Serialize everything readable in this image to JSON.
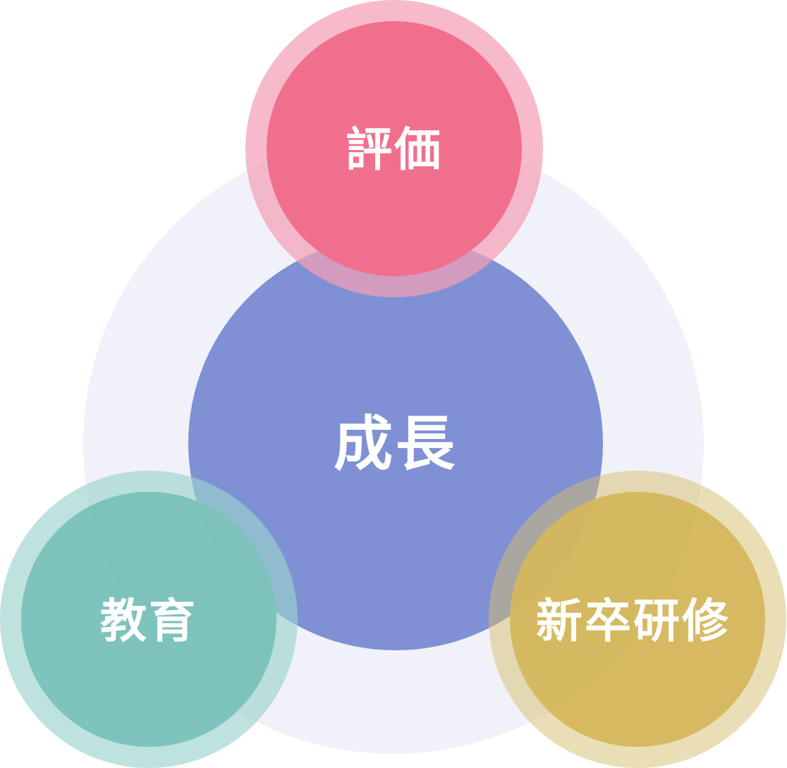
{
  "diagram": {
    "center": {
      "label": "成長",
      "color": "#7F91D4"
    },
    "top": {
      "label": "評価",
      "color": "#F06F8D",
      "ring_color": "#F4A0B5"
    },
    "left": {
      "label": "教育",
      "color": "#7BC2BA",
      "ring_color": "#A9D8D3"
    },
    "right": {
      "label": "新卒研修",
      "color": "#D4B75E",
      "ring_color": "#E2D09A"
    },
    "backdrop_color": "#ECEEF7"
  }
}
